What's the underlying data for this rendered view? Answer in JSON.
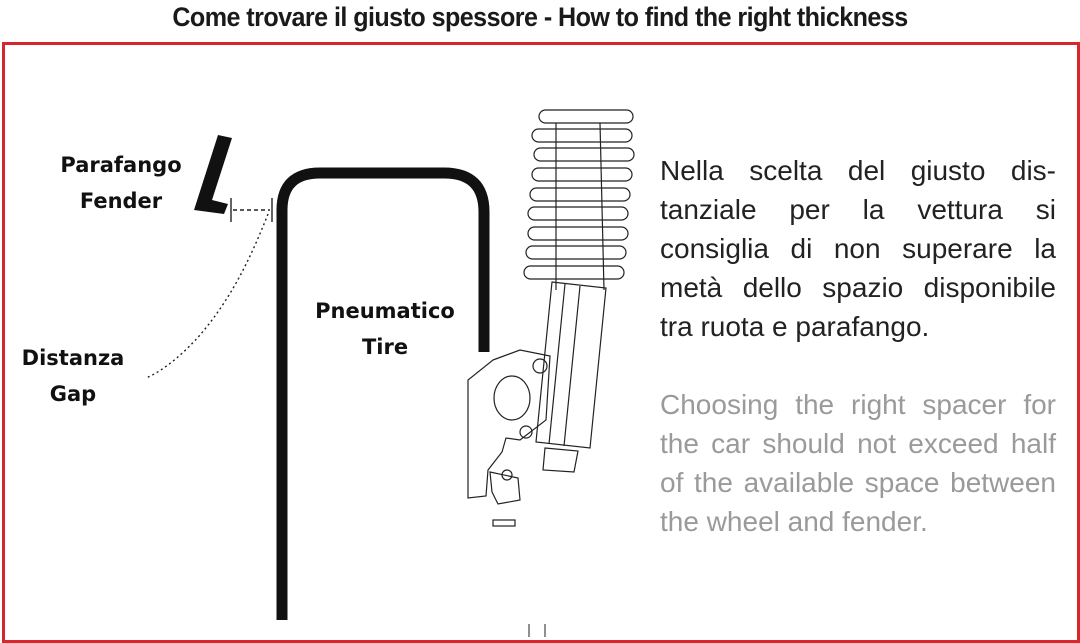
{
  "title": "Come trovare il giusto spessore - How to find the right thickness",
  "labels": {
    "fender_it": "Parafango",
    "fender_en": "Fender",
    "tire_it": "Pneumatico",
    "tire_en": "Tire",
    "gap_it": "Distanza",
    "gap_en": "Gap"
  },
  "text": {
    "italian": "Nella scelta del giusto dis­tanziale per la vettura si consiglia di non superare la metà dello spazio disponi­bile tra ruota e parafango.",
    "english": "Choosing the right spacer for the car should not ex­ceed half of the available space between the wheel and fender."
  },
  "colors": {
    "frame_border": "#d8262d",
    "italian_text": "#222222",
    "english_text": "#9a9a9a"
  }
}
